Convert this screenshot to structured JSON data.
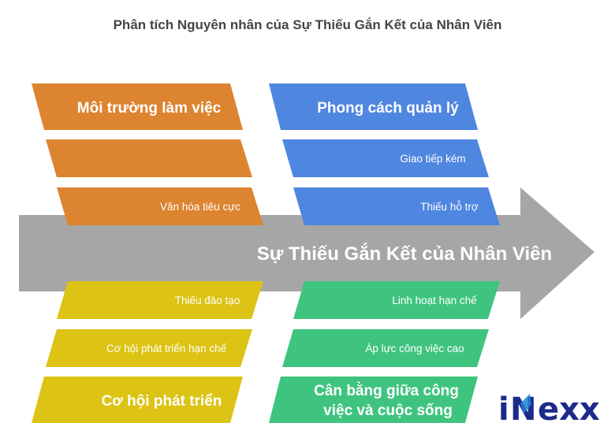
{
  "title": "Phân tích Nguyên nhân của Sự Thiếu Gắn Kết của Nhân Viên",
  "spine": {
    "label": "Sự Thiếu Gắn Kết của Nhân Viên",
    "color": "#a6a6a6"
  },
  "categories": {
    "environment": {
      "label": "Môi trường làm việc",
      "color": "#dd8431",
      "items": [
        "",
        "Văn hóa tiêu cực"
      ]
    },
    "management": {
      "label": "Phong cách quản lý",
      "color": "#4f86e0",
      "items": [
        "Giao tiếp kém",
        "Thiếu hỗ trợ"
      ]
    },
    "development": {
      "label": "Cơ hội phát triển",
      "color": "#dcc314",
      "items": [
        "Thiếu đào tạo",
        "Cơ hội phát triển hạn chế"
      ]
    },
    "balance": {
      "label_line1": "Cân bằng giữa công",
      "label_line2": "việc và cuộc sống",
      "color": "#3fc47f",
      "items": [
        "Linh hoạt hạn chế",
        "Áp lực công việc cao"
      ]
    }
  },
  "logo": {
    "text_i": "i",
    "text_n": "N",
    "text_rest": "exx",
    "color_main": "#1c2a8a",
    "color_accent": "#1f7fd6"
  }
}
